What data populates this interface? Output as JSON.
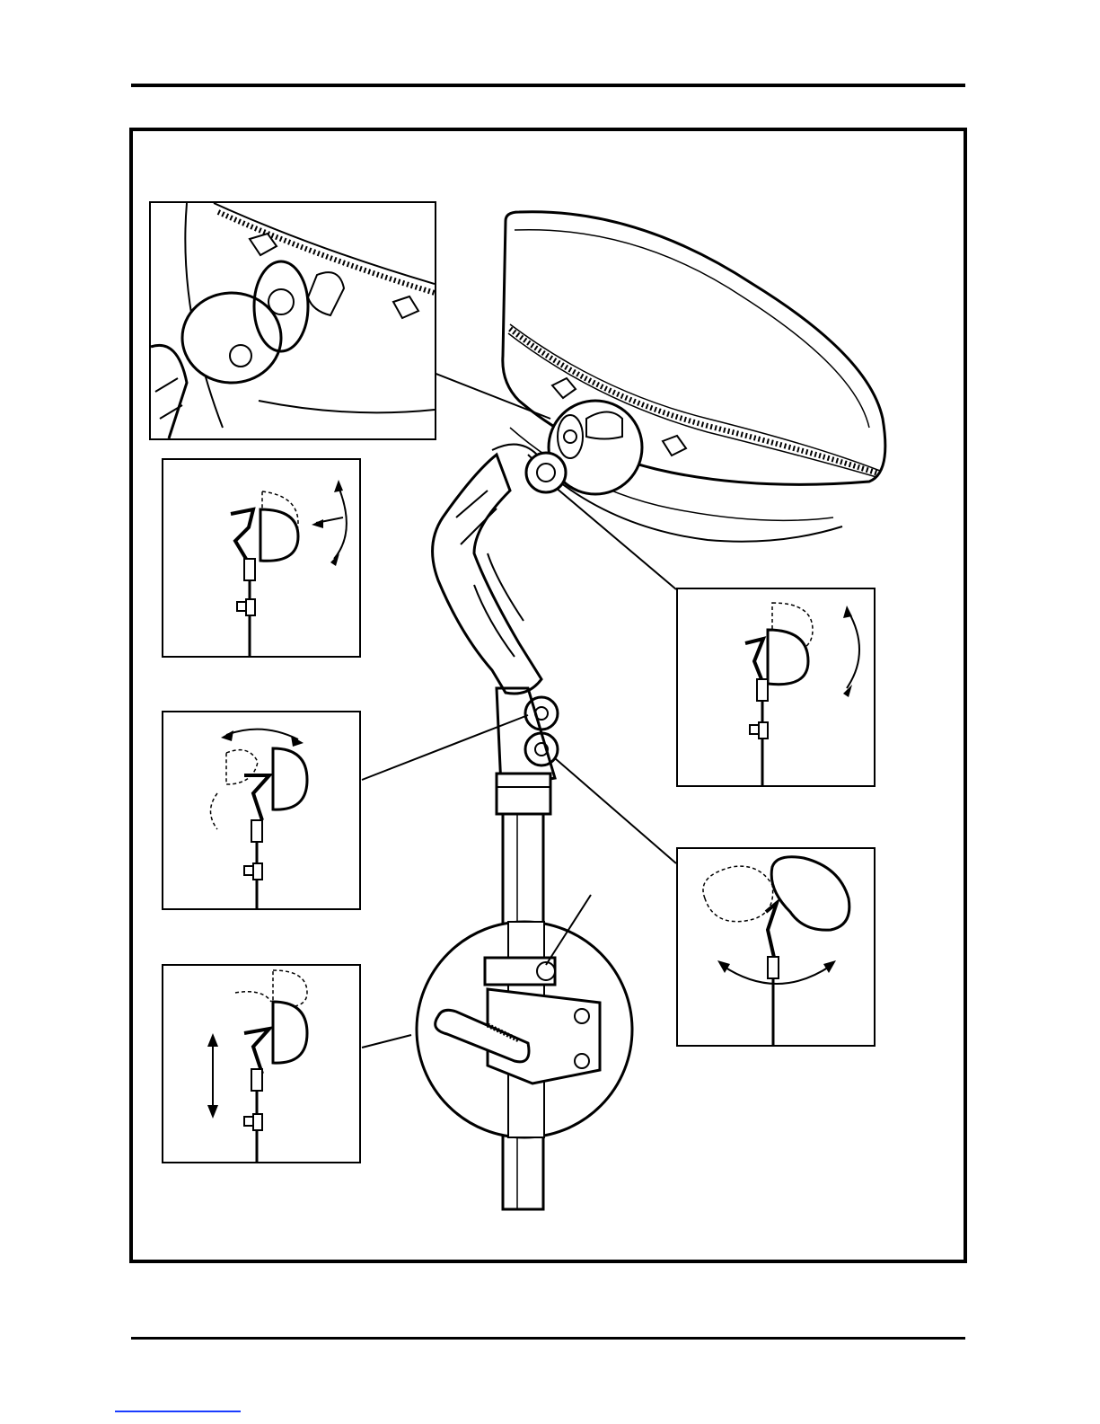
{
  "page": {
    "header_rule": "",
    "footer_rule": "",
    "footer_link": ""
  },
  "figure": {
    "detail_panels": [
      {
        "id": "zoom-hardware",
        "icon": "hardware-closeup-illustration"
      },
      {
        "id": "tilt-rotate",
        "icon": "rotate-tilt-illustration"
      },
      {
        "id": "tilt-vertical",
        "icon": "vertical-tilt-illustration"
      },
      {
        "id": "angle-arm",
        "icon": "arm-angle-illustration"
      },
      {
        "id": "swivel",
        "icon": "swivel-illustration"
      },
      {
        "id": "height",
        "icon": "height-adjust-illustration"
      }
    ],
    "clamp_zoom": {
      "icon": "clamp-lever-illustration"
    },
    "colors": {
      "line": "#000000",
      "background": "#ffffff",
      "link": "#1a3cff"
    }
  }
}
